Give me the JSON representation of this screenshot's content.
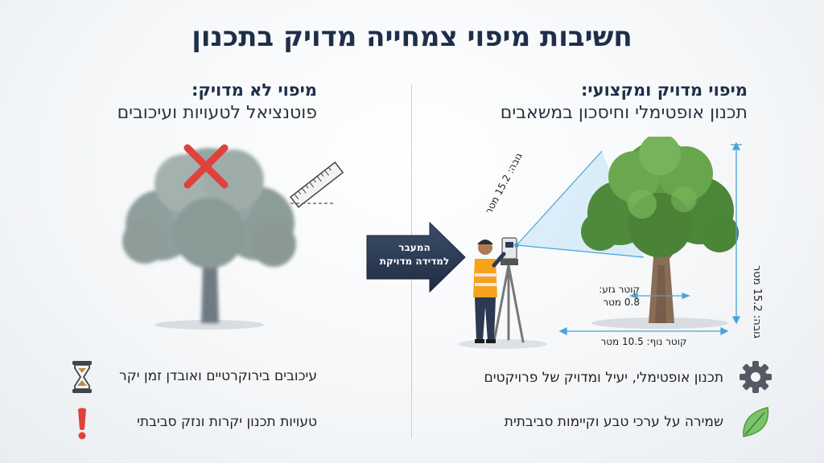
{
  "title": "חשיבות מיפוי צמחייה מדויק בתכנון",
  "left": {
    "heading": "מיפוי לא מדויק:",
    "subheading": "פוטנציאל לטעויות ועיכובים",
    "items": [
      {
        "icon": "hourglass-icon",
        "text": "עיכובים בירוקרטיים ואובדן זמן יקר"
      },
      {
        "icon": "exclamation-icon",
        "text": "טעויות תכנון יקרות ונזק סביבתי"
      }
    ]
  },
  "center": {
    "arrow_line1": "המעבר",
    "arrow_line2": "למדידה מדויקת"
  },
  "right": {
    "heading": "מיפוי מדויק ומקצועי:",
    "subheading": "תכנון אופטימלי וחיסכון במשאבים",
    "items": [
      {
        "icon": "gear-icon",
        "text": "תכנון אופטימלי, יעיל ומדויק של פרויקטים"
      },
      {
        "icon": "leaf-icon",
        "text": "שמירה על ערכי טבע וקיימות סביבתית"
      }
    ],
    "measurements": {
      "height_diagonal": "גובה: 15.2 מטר",
      "height_vertical": "גובה: 15.2 מטר",
      "trunk_line1": "קוטר גזע:",
      "trunk_line2": "0.8 מטר",
      "canopy": "קוטר נוף: 10.5 מטר"
    }
  },
  "colors": {
    "title": "#1f2f4a",
    "arrow": "#2b3a52",
    "cross": "#e0413a",
    "dimension": "#4aa3d8",
    "vest": "#f7a21b"
  }
}
